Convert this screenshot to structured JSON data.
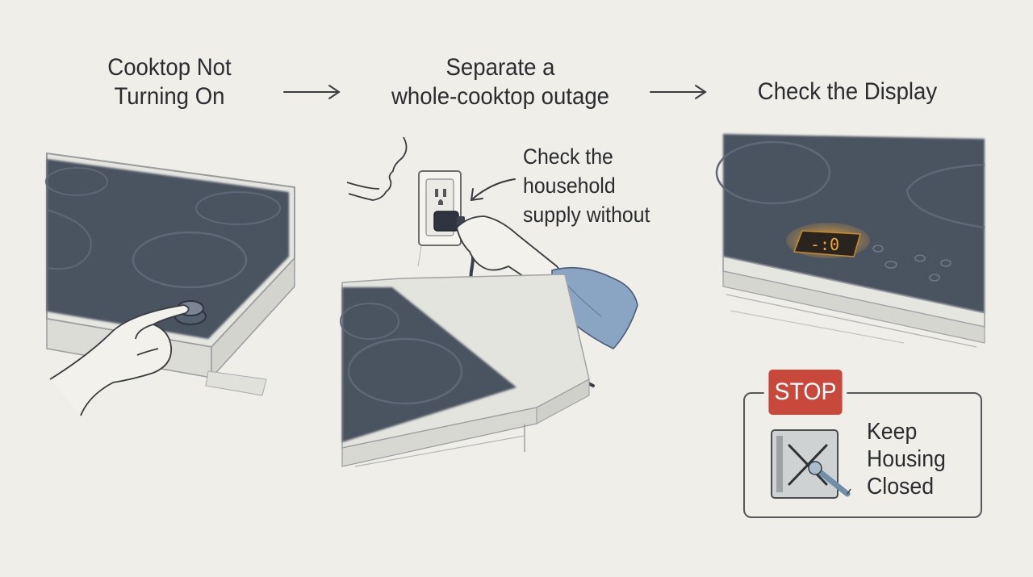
{
  "steps": [
    {
      "title_line1": "Cooktop Not",
      "title_line2": "Turning On"
    },
    {
      "title_line1": "Separate a",
      "title_line2": "whole-cooktop outage"
    },
    {
      "title_line1": "Check the Display"
    }
  ],
  "supply_note": {
    "line1": "Check the",
    "line2": "household",
    "line3": "supply without"
  },
  "stop_warning": {
    "badge": "STOP",
    "line1": "Keep",
    "line2": "Housing",
    "line3": "Closed",
    "badge_color": "#c9483c"
  },
  "display_readout": "-:0",
  "colors": {
    "background": "#efeee8",
    "glass": "#3d4756",
    "countertop": "#e2e2dc",
    "display_glow": "#e89a2e",
    "sleeve": "#7f9bbd"
  },
  "icons": [
    "arrow-right-icon",
    "curved-arrow-icon",
    "outlet-icon",
    "plug-icon",
    "power-cord-icon",
    "hand-icon",
    "knob-icon",
    "face-icon",
    "digital-display-icon",
    "housing-panel-icon",
    "wrench-icon",
    "prohibited-x-icon"
  ]
}
